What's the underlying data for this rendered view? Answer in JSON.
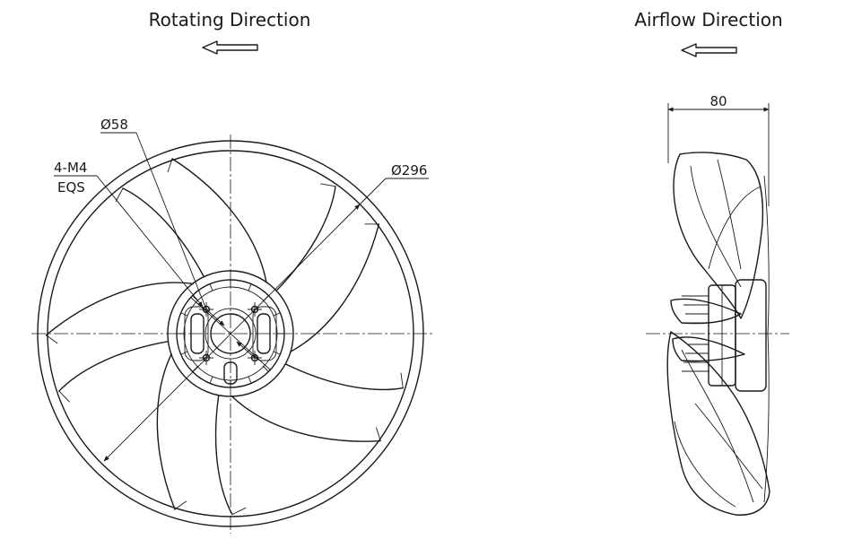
{
  "views": {
    "front": {
      "title": "Rotating Direction",
      "labels": {
        "hub_diameter": "Ø58",
        "outer_diameter": "Ø296",
        "bolt_spec": "4-M4",
        "bolt_pattern": "EQS"
      }
    },
    "side": {
      "title": "Airflow Direction",
      "labels": {
        "width": "80"
      }
    }
  },
  "arrow_direction": "left",
  "blade_count": 5
}
